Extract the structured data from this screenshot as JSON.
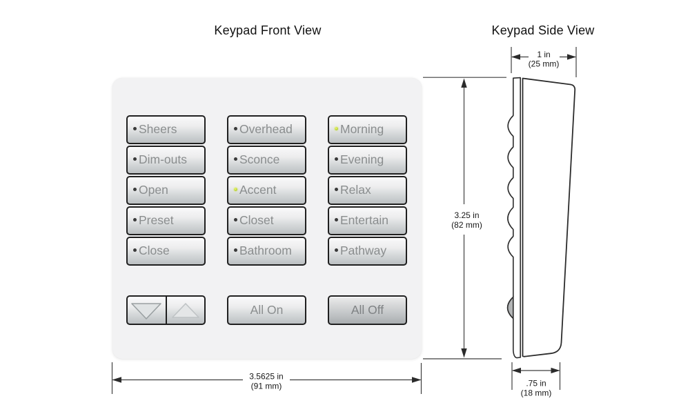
{
  "front": {
    "title": "Keypad Front View",
    "columns": [
      {
        "buttons": [
          {
            "label": "Sheers",
            "led": "off"
          },
          {
            "label": "Dim-outs",
            "led": "off"
          },
          {
            "label": "Open",
            "led": "off"
          },
          {
            "label": "Preset",
            "led": "off"
          },
          {
            "label": "Close",
            "led": "off"
          }
        ]
      },
      {
        "buttons": [
          {
            "label": "Overhead",
            "led": "off"
          },
          {
            "label": "Sconce",
            "led": "off"
          },
          {
            "label": "Accent",
            "led": "on"
          },
          {
            "label": "Closet",
            "led": "off"
          },
          {
            "label": "Bathroom",
            "led": "off"
          }
        ]
      },
      {
        "buttons": [
          {
            "label": "Morning",
            "led": "on"
          },
          {
            "label": "Evening",
            "led": "off"
          },
          {
            "label": "Relax",
            "led": "off"
          },
          {
            "label": "Entertain",
            "led": "off"
          },
          {
            "label": "Pathway",
            "led": "off"
          }
        ]
      }
    ],
    "bottom": {
      "all_on_label": "All On",
      "all_off_label": "All Off"
    },
    "width_dim": {
      "inches": "3.5625 in",
      "mm": "(91 mm)"
    }
  },
  "side": {
    "title": "Keypad Side View",
    "depth_dim": {
      "inches": "1 in",
      "mm": "(25 mm)"
    },
    "height_dim": {
      "inches": "3.25 in",
      "mm": "(82 mm)"
    },
    "base_dim": {
      "inches": ".75 in",
      "mm": "(18 mm)"
    }
  },
  "colors": {
    "led_on": "#b5cc3a",
    "led_off": "#3a3a3a",
    "plate": "#f2f2f3",
    "outline": "#2b2b2b"
  }
}
